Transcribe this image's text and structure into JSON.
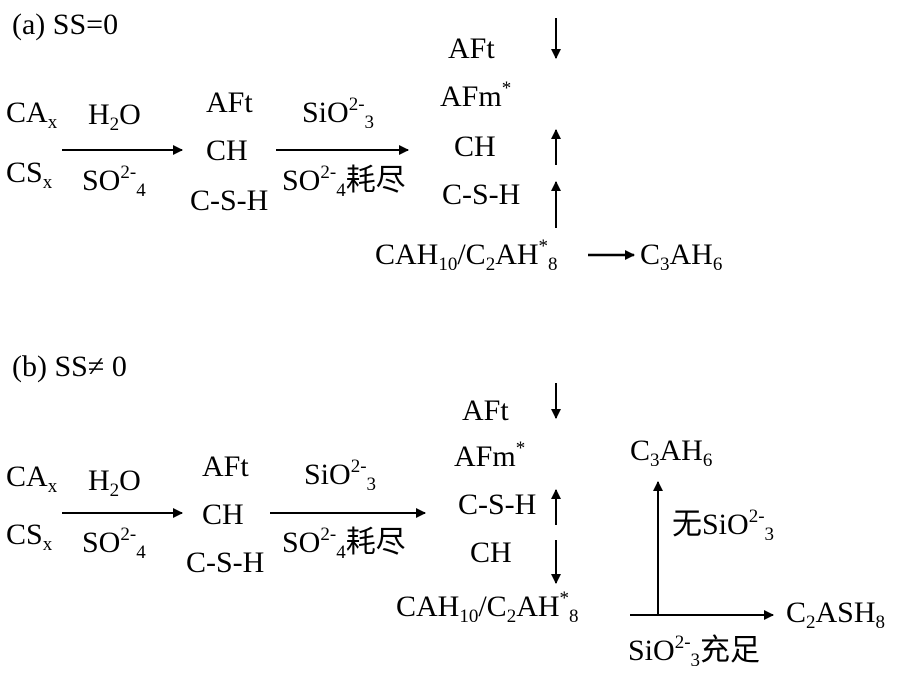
{
  "panel_a": {
    "label": "(a) SS=0",
    "reactants": [
      "CA",
      "CS"
    ],
    "reactant_subscript": "x",
    "step1_top": "H",
    "water_sub": "2",
    "water_o": "O",
    "sulfate_base": "SO",
    "sulfate_charge": "2-",
    "sulfate_sub": "4",
    "products1": [
      "AFt",
      "CH",
      "C-S-H"
    ],
    "silicate_base": "SiO",
    "silicate_charge": "2-",
    "silicate_sub": "3",
    "depleted": "耗尽",
    "products2": [
      "AFt",
      "AFm",
      "CH",
      "C-S-H"
    ],
    "star": "*",
    "hydrate_left": "CAH",
    "hydrate_left_sub": "10",
    "slash": "/C",
    "c2_sub": "2",
    "ah": "AH",
    "ah_sub": "8",
    "final": "C",
    "final_c_sub": "3",
    "final_ah": "AH",
    "final_ah_sub": "6"
  },
  "panel_b": {
    "label": "(b) SS≠ 0",
    "reactants": [
      "CA",
      "CS"
    ],
    "reactant_subscript": "x",
    "step1_top": "H",
    "water_sub": "2",
    "water_o": "O",
    "sulfate_base": "SO",
    "sulfate_charge": "2-",
    "sulfate_sub": "4",
    "products1": [
      "AFt",
      "CH",
      "C-S-H"
    ],
    "silicate_base": "SiO",
    "silicate_charge": "2-",
    "silicate_sub": "3",
    "depleted": "耗尽",
    "products2": [
      "AFt",
      "AFm",
      "C-S-H",
      "CH"
    ],
    "star": "*",
    "hydrate_left": "CAH",
    "hydrate_left_sub": "10",
    "slash": "/C",
    "c2_sub": "2",
    "ah": "AH",
    "ah_sub": "8",
    "top_product": "C",
    "top_product_sub": "3",
    "top_product_ah": "AH",
    "top_product_ah_sub": "6",
    "no_silicate_prefix": "无",
    "right_product": "C",
    "right_product_sub": "2",
    "right_product_ash": "ASH",
    "right_product_ash_sub": "8",
    "sufficient": "充足"
  }
}
